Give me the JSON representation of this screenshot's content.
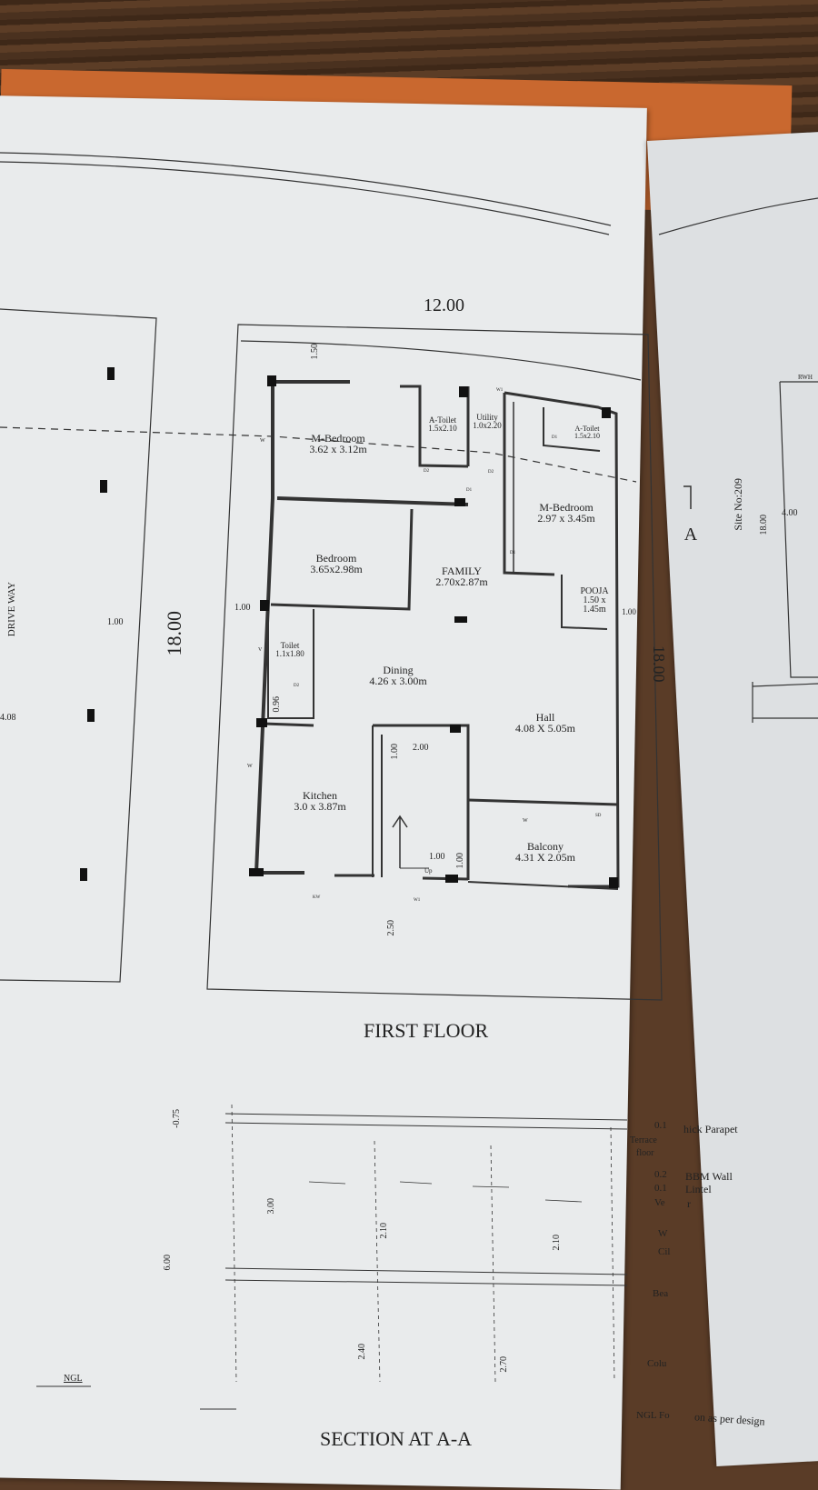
{
  "plot": {
    "width_dim": "12.00",
    "depth_dim": "18.00",
    "depth_dim_mirrored": "18.00",
    "front_setback": "2.50",
    "rear_setback": "1.50",
    "left_setback": "1.00",
    "right_setback": "1.00",
    "neighbour_setback": "1.00",
    "drive_way": "DRIVE WAY",
    "neighbour_dim": "4.08",
    "site_no": "Site No:209",
    "right_dim": "18.00",
    "right_dim2": "4.00",
    "rwh": "RWH"
  },
  "rooms": [
    {
      "name": "M-Bedroom",
      "size": "3.62 x 3.12m"
    },
    {
      "name": "A-Toilet",
      "size": "1.5x2.10"
    },
    {
      "name": "Utility",
      "size": "1.0x2.20"
    },
    {
      "name": "A-Toilet",
      "size": "1.5x2.10"
    },
    {
      "name": "M-Bedroom",
      "size": "2.97 x 3.45m"
    },
    {
      "name": "Bedroom",
      "size": "3.65x2.98m"
    },
    {
      "name": "FAMILY",
      "size": "2.70x2.87m"
    },
    {
      "name": "POOJA",
      "size": "1.50 x",
      "size2": "1.45m"
    },
    {
      "name": "Toilet",
      "size": "1.1x1.80"
    },
    {
      "name": "Dining",
      "size": "4.26 x 3.00m"
    },
    {
      "name": "Hall",
      "size": "4.08 X 5.05m"
    },
    {
      "name": "Kitchen",
      "size": "3.0 x 3.87m"
    },
    {
      "name": "Balcony",
      "size": "4.31 X 2.05m"
    }
  ],
  "stair": {
    "w": "2.00",
    "h": "1.00",
    "landing": "1.00",
    "landing2": "1.00",
    "up": "Up"
  },
  "marks": {
    "w": "W",
    "d1": "D1",
    "d2": "D2",
    "w1": "W1",
    "kw": "KW",
    "sd": "SD",
    "v": "V",
    "d3": "D3",
    "d": "D",
    "toilet_gap": "0.96"
  },
  "section_marker": "A",
  "floor_title": "FIRST FLOOR",
  "section": {
    "title": "SECTION AT A-A",
    "dims": [
      "-0.75",
      "3.00",
      "2.10",
      "2.10",
      "6.00",
      "2.40",
      "2.70"
    ],
    "levels": [
      "0.1",
      "Terrace",
      "floor",
      "0.2",
      "0.1",
      "Ve",
      "W",
      "Cil",
      "Bea",
      "Colu",
      "NGL Fo"
    ],
    "notes": [
      "hick Parapet",
      "BBM Wall",
      "Lintel",
      "r",
      "on as per design"
    ],
    "ngl": "NGL"
  },
  "colors": {
    "paper": "#e9ebec",
    "ink": "#2b2b2b",
    "board": "#c9682f"
  }
}
